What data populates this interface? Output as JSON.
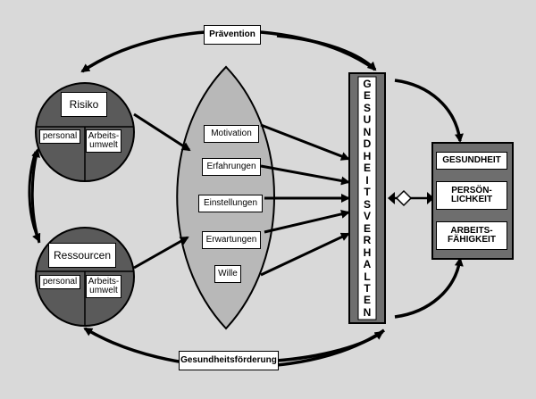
{
  "top_label": "Prävention",
  "bottom_label": "Gesundheitsförderung",
  "risk": {
    "title": "Risiko",
    "left": "personal",
    "right": "Arbeits-\numwelt"
  },
  "resources": {
    "title": "Ressourcen",
    "left": "personal",
    "right": "Arbeits-\numwelt"
  },
  "factors": [
    "Motivation",
    "Erfahrungen",
    "Einstellungen",
    "Erwartungen",
    "Wille"
  ],
  "behavior_letters": [
    "G",
    "E",
    "S",
    "U",
    "N",
    "D",
    "H",
    "E",
    "I",
    "T",
    "S",
    "V",
    "E",
    "R",
    "H",
    "A",
    "L",
    "T",
    "E",
    "N"
  ],
  "outcomes": [
    "GESUNDHEIT",
    "PERSÖN-\nLICHKEIT",
    "ARBEITS-\nFÄHIGKEIT"
  ],
  "colors": {
    "background": "#d9d9d9",
    "dark": "#5a5a5a",
    "lens": "#b8b8b8",
    "bar": "#6e6e6e"
  }
}
